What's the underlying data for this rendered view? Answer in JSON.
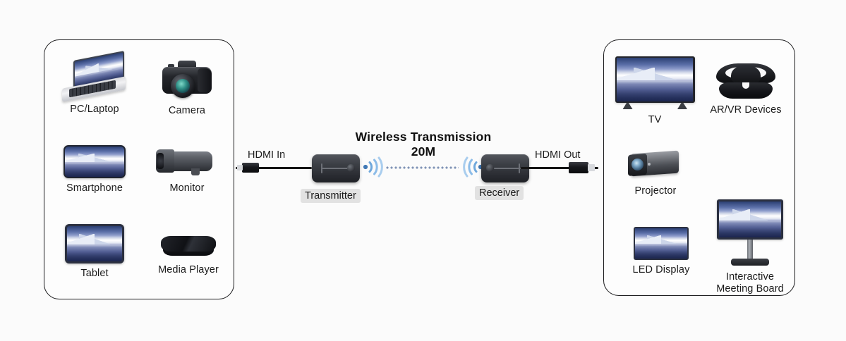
{
  "diagram": {
    "title": "Wireless Transmission 20M",
    "background_color": "#fbfbfb",
    "panel_border_color": "#1d1d1f",
    "wave_color": "#5b9bd5",
    "dotted_link_color": "#7f93b5"
  },
  "source_panel": {
    "devices": [
      {
        "label": "PC/Laptop",
        "icon": "laptop-icon"
      },
      {
        "label": "Camera",
        "icon": "dslr-camera-icon"
      },
      {
        "label": "Smartphone",
        "icon": "smartphone-icon"
      },
      {
        "label": "Monitor",
        "icon": "bullet-security-camera-icon"
      },
      {
        "label": "Tablet",
        "icon": "tablet-icon"
      },
      {
        "label": "Media Player",
        "icon": "media-player-box-icon"
      }
    ]
  },
  "display_panel": {
    "devices": [
      {
        "label": "TV",
        "icon": "tv-icon"
      },
      {
        "label": "AR/VR Devices",
        "icon": "vr-headset-icon"
      },
      {
        "label": "Projector",
        "icon": "projector-icon"
      },
      {
        "label": "LED Display",
        "icon": "led-display-icon"
      },
      {
        "label": "Interactive\nMeeting Board",
        "icon": "interactive-meeting-board-icon"
      }
    ]
  },
  "transmission": {
    "input_label": "HDMI In",
    "output_label": "HDMI Out",
    "transmitter_label": "Transmitter",
    "receiver_label": "Receiver",
    "transmitter_icon": "hdmi-transmitter-dongle-icon",
    "receiver_icon": "hdmi-receiver-dongle-icon",
    "tx_wave_icon": "wireless-signal-transmit-icon",
    "rx_wave_icon": "wireless-signal-receive-icon",
    "link_icon": "dotted-wireless-link-icon",
    "input_plug_icon": "hdmi-plug-icon",
    "output_plug_icon": "hdmi-plug-icon"
  }
}
